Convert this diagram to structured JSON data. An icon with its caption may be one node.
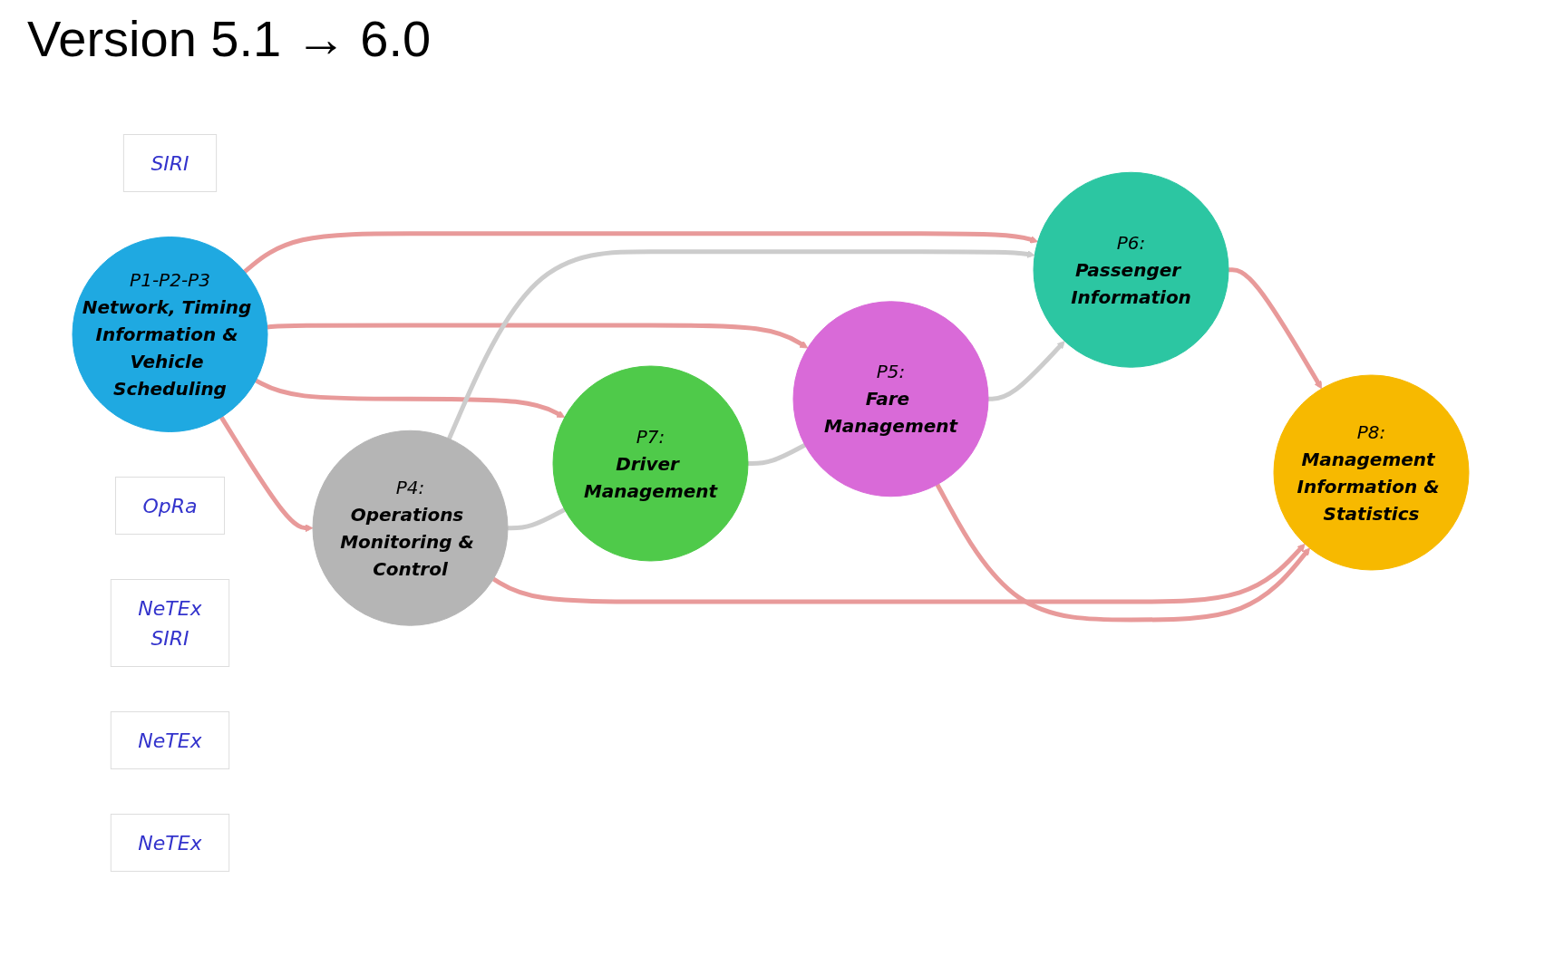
{
  "diagram": {
    "title": "Version 5.1 → 6.0",
    "nodes": [
      {
        "text": [
          "P4:",
          "Operations Monitoring & Control"
        ]
      },
      {
        "text": [
          "SIRI"
        ]
      },
      {
        "text": [
          "P8:",
          "Management Information & Statistics"
        ]
      },
      {
        "text": [
          "P6:",
          "Passenger Information"
        ]
      },
      {
        "text": [
          "P1-P2-P3",
          "Network, Timing Information & Vehicle Scheduling"
        ]
      },
      {
        "text": [
          "P7:",
          "Driver Management"
        ]
      },
      {
        "text": [
          "OpRa"
        ]
      },
      {
        "text": [
          "NeTEx",
          "SIRI"
        ]
      },
      {
        "text": [
          "NeTEx"
        ]
      },
      {
        "text": [
          "P5:",
          "Fare Management"
        ]
      },
      {
        "text": [
          "NeTEx"
        ]
      }
    ],
    "edges": [
      {
        "from": 4,
        "to": 0,
        "arrow": "to"
      },
      {
        "from": 4,
        "to": 3,
        "arrow": "to"
      },
      {
        "from": 4,
        "to": 5,
        "arrow": "to"
      },
      {
        "from": 4,
        "to": 9,
        "arrow": "to"
      },
      {
        "from": 3,
        "to": 2,
        "arrow": "to"
      },
      {
        "from": 0,
        "to": 2,
        "arrow": "to"
      },
      {
        "from": 9,
        "to": 2,
        "arrow": "to"
      },
      {
        "from": 0,
        "to": 3,
        "arrow": "to",
        "color": "#cccccc"
      },
      {
        "from": 9,
        "to": 3,
        "arrow": "to",
        "color": "#cccccc"
      },
      {
        "from": 0,
        "to": 5,
        "arrow": "none",
        "color": "#cccccc"
      },
      {
        "from": 5,
        "to": 9,
        "arrow": "none",
        "color": "#cccccc"
      }
    ]
  }
}
